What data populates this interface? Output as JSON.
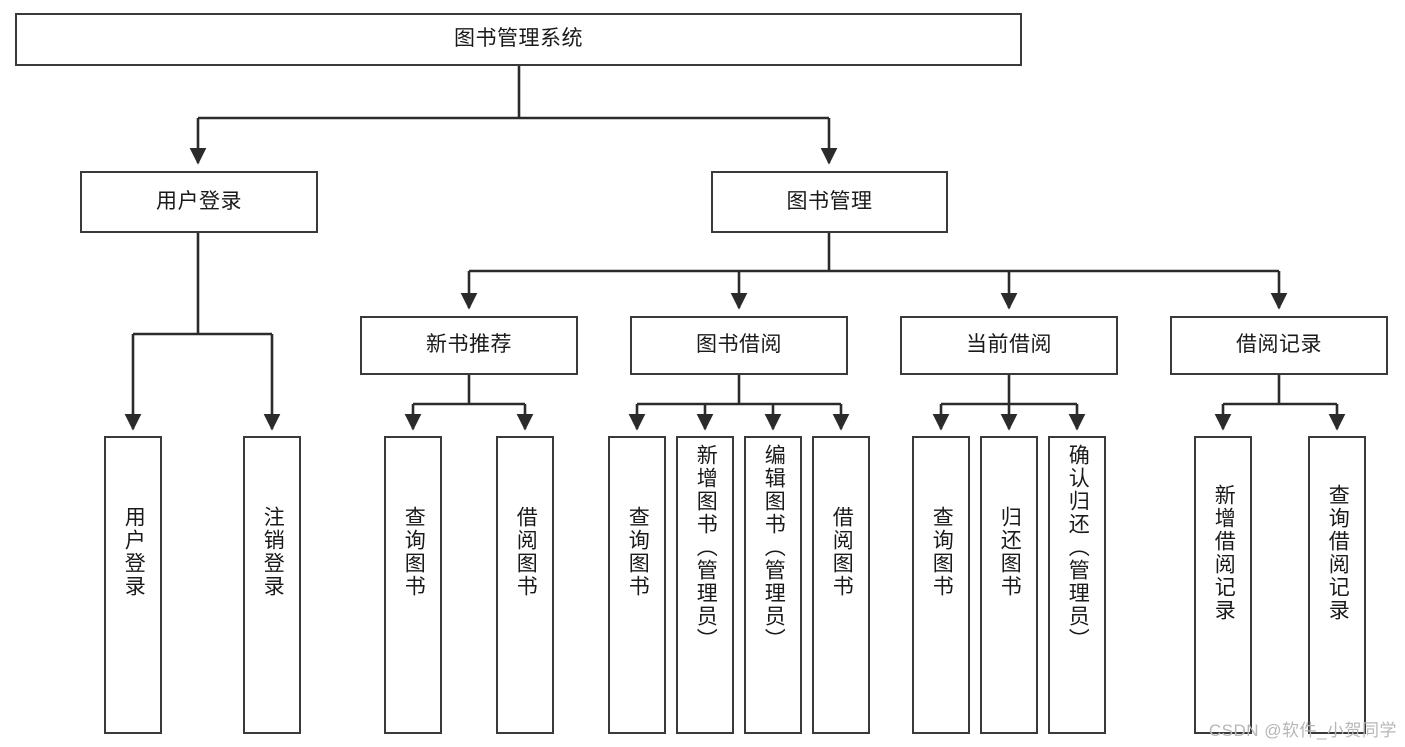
{
  "diagram": {
    "type": "tree",
    "title": "图书管理系统",
    "watermark": "CSDN @软件_小贺同学",
    "colors": {
      "box_border": "#3a3a3a",
      "box_fill": "#ffffff",
      "line": "#2b2b2b",
      "text": "#1a1a1a",
      "watermark": "#b7b7b7"
    },
    "levels": {
      "root": {
        "label": "图书管理系统"
      },
      "level2": [
        {
          "label": "用户登录"
        },
        {
          "label": "图书管理"
        }
      ],
      "level3": [
        {
          "label": "新书推荐"
        },
        {
          "label": "图书借阅"
        },
        {
          "label": "当前借阅"
        },
        {
          "label": "借阅记录"
        }
      ],
      "leaves": {
        "user_login": [
          {
            "label": "用户登录"
          },
          {
            "label": "注销登录"
          }
        ],
        "new_book_recommend": [
          {
            "label": "查询图书"
          },
          {
            "label": "借阅图书"
          }
        ],
        "book_borrow": [
          {
            "label": "查询图书"
          },
          {
            "label": "新增图书（管理员）"
          },
          {
            "label": "编辑图书（管理员）"
          },
          {
            "label": "借阅图书"
          }
        ],
        "current_borrow": [
          {
            "label": "查询图书"
          },
          {
            "label": "归还图书"
          },
          {
            "label": "确认归还（管理员）"
          }
        ],
        "borrow_records": [
          {
            "label": "新增借阅记录"
          },
          {
            "label": "查询借阅记录"
          }
        ]
      }
    }
  }
}
